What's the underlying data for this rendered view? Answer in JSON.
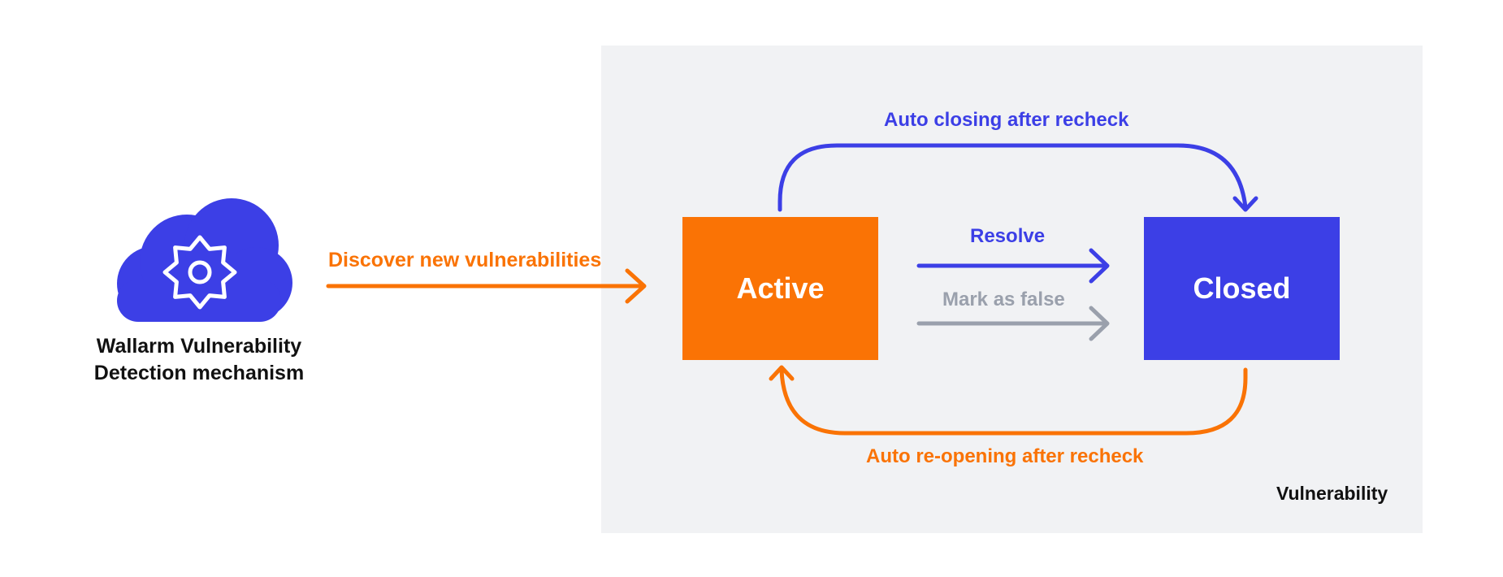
{
  "colors": {
    "orange": "#fa7305",
    "blue": "#3c3fe6",
    "gray": "#9aa0ac",
    "panel": "#f1f2f4"
  },
  "mechanism": {
    "icon": "cloud-gear-icon",
    "line1": "Wallarm Vulnerability",
    "line2": "Detection mechanism"
  },
  "edges": {
    "discover": "Discover new vulnerabilities",
    "auto_close": "Auto closing after recheck",
    "resolve": "Resolve",
    "mark_false": "Mark as false",
    "auto_reopen": "Auto re-opening after recheck"
  },
  "states": {
    "active": "Active",
    "closed": "Closed"
  },
  "panel_label": "Vulnerability"
}
